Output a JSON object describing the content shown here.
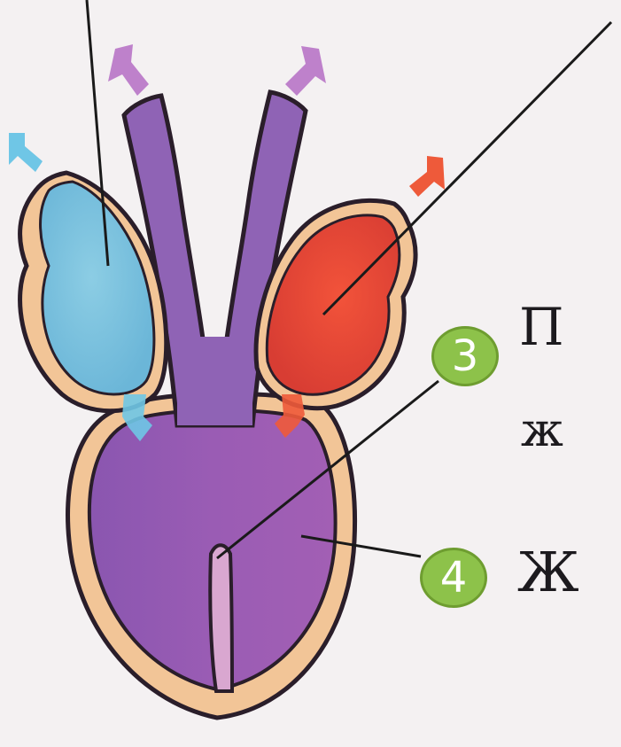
{
  "labels": {
    "side_letters": [
      "П",
      "ж",
      "Ж"
    ],
    "badges": [
      "3",
      "4"
    ]
  },
  "colors": {
    "background": "#f4f1f2",
    "venous_atrium": "#7fc3e0",
    "arterial_atrium": "#e8493a",
    "ventricle": "#9b5fb3",
    "vessels": "#8f63b5",
    "myocardium_outline": "#f2c597",
    "arrow_venous": "#6fc6e6",
    "arrow_arterial": "#ee5a3a",
    "arrow_outflow": "#b874c7",
    "badge_fill": "#8dc24a",
    "leader_line": "#1a1a1a"
  },
  "icons": {
    "heart": "three-chambered-heart-illustration",
    "arrows": "blood-flow-arrow-icon"
  }
}
